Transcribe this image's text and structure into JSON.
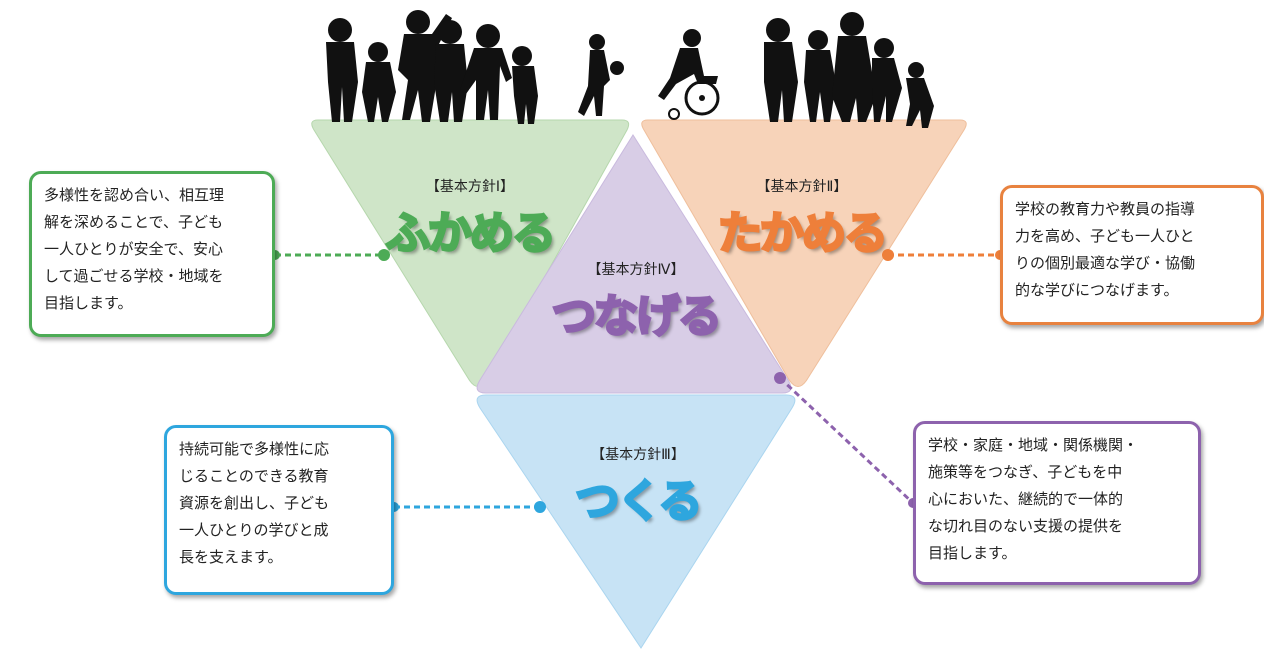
{
  "policies": [
    {
      "heading": "【基本方針Ⅰ】",
      "title": "ふかめる",
      "description": [
        "多様性を認め合い、相互理",
        "解を深めることで、子ども",
        "一人ひとりが安全で、安心",
        "して過ごせる学校・地域を",
        "目指します。"
      ],
      "color": "#4dab56"
    },
    {
      "heading": "【基本方針Ⅱ】",
      "title": "たかめる",
      "description": [
        "学校の教育力や教員の指導",
        "力を高め、子ども一人ひと",
        "りの個別最適な学び・協働",
        "的な学びにつなげます。"
      ],
      "color": "#ee7f3a"
    },
    {
      "heading": "【基本方針Ⅲ】",
      "title": "つくる",
      "description": [
        "持続可能で多様性に応",
        "じることのできる教育",
        "資源を創出し、子ども",
        "一人ひとりの学びと成",
        "長を支えます。"
      ],
      "color": "#2ea6de"
    },
    {
      "heading": "【基本方針Ⅳ】",
      "title": "つなげる",
      "description": [
        "学校・家庭・地域・関係機関・",
        "施策等をつなぎ、子どもを中",
        "心においた、継続的で一体的",
        "な切れ目のない支援の提供を",
        "目指します。"
      ],
      "color": "#8d62ad"
    }
  ],
  "illustration": "children-silhouettes"
}
